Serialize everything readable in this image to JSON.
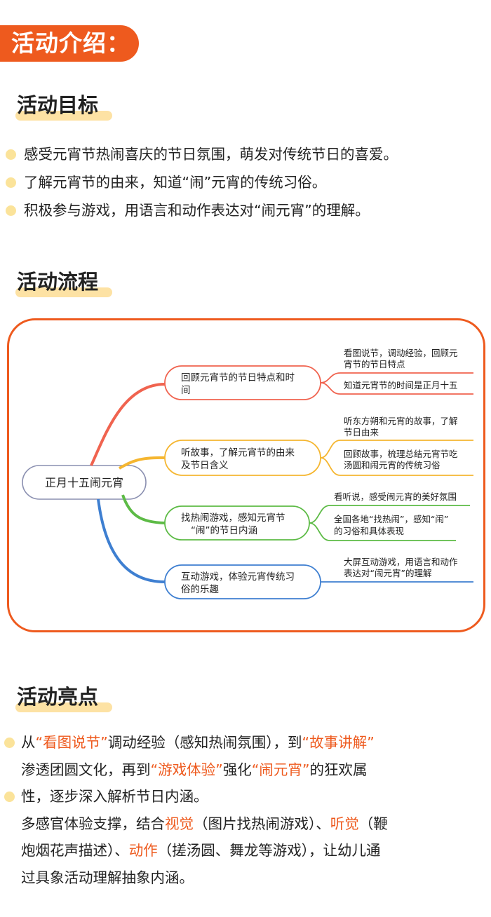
{
  "banner": "活动介绍：",
  "goals": {
    "title": "活动目标",
    "items": [
      "感受元宵节热闹喜庆的节日氛围，萌发对传统节日的喜爱。",
      "了解元宵节的由来，知道“闹”元宵的传统习俗。",
      "积极参与游戏，用语言和动作表达对“闹元宵”的理解。"
    ]
  },
  "process": {
    "title": "活动流程",
    "root": "正月十五闹元宵",
    "branches": [
      {
        "color": "#f0634f",
        "label": [
          "回顾元宵节的节日特点和时",
          "间"
        ],
        "leaves": [
          [
            "看图说节，调动经验，回顾元",
            "宵节的节日特点"
          ],
          [
            "知道元宵节的时间是正月十五"
          ]
        ]
      },
      {
        "color": "#f5b630",
        "label": [
          "听故事，了解元宵节的由来",
          "及节日含义"
        ],
        "leaves": [
          [
            "听东方朔和元宵的故事，了解",
            "节日由来"
          ],
          [
            "回顾故事，梳理总结元宵节吃",
            "汤圆和闹元宵的传统习俗"
          ]
        ]
      },
      {
        "color": "#5dbb46",
        "label": [
          "找热闹游戏，感知元宵节",
          "“闹”的节日内涵"
        ],
        "leaves": [
          [
            "看听说，感受闹元宵的美好氛围"
          ],
          [
            "全国各地“找热闹”，感知“闹”",
            "的习俗和具体表现"
          ]
        ]
      },
      {
        "color": "#3e7fd1",
        "label": [
          "互动游戏，体验元宵传统习",
          "俗的乐趣"
        ],
        "leaves": [
          [
            "大屏互动游戏，用语言和动作",
            "表达对“闹元宵”的理解"
          ]
        ]
      }
    ]
  },
  "highlights": {
    "title": "活动亮点",
    "p1": {
      "l1a": "从",
      "l1b": "“看图说节”",
      "l1c": "调动经验（感知热闹氛围），到",
      "l1d": "“故事讲解”",
      "l2a": "渗透团圆文化，再到",
      "l2b": "“游戏体验”",
      "l2c": "强化",
      "l2d": "“闹元宵”",
      "l2e": "的狂欢属",
      "l3": "性，逐步深入解析节日内涵。"
    },
    "p2": {
      "l1a": "多感官体验支撑，结合",
      "l1b": "视觉",
      "l1c": "（图片找热闹游戏）、",
      "l1d": "听觉",
      "l1e": "（鞭",
      "l2a": "炮烟花声描述）、",
      "l2b": "动作",
      "l2c": "（搓汤圆、舞龙等游戏），让幼儿通",
      "l3": "过具象活动理解抽象内涵。"
    }
  },
  "colors": {
    "accent": "#ee5a1e",
    "highlight": "#fde2a4",
    "bullet": "#fbe39a"
  }
}
